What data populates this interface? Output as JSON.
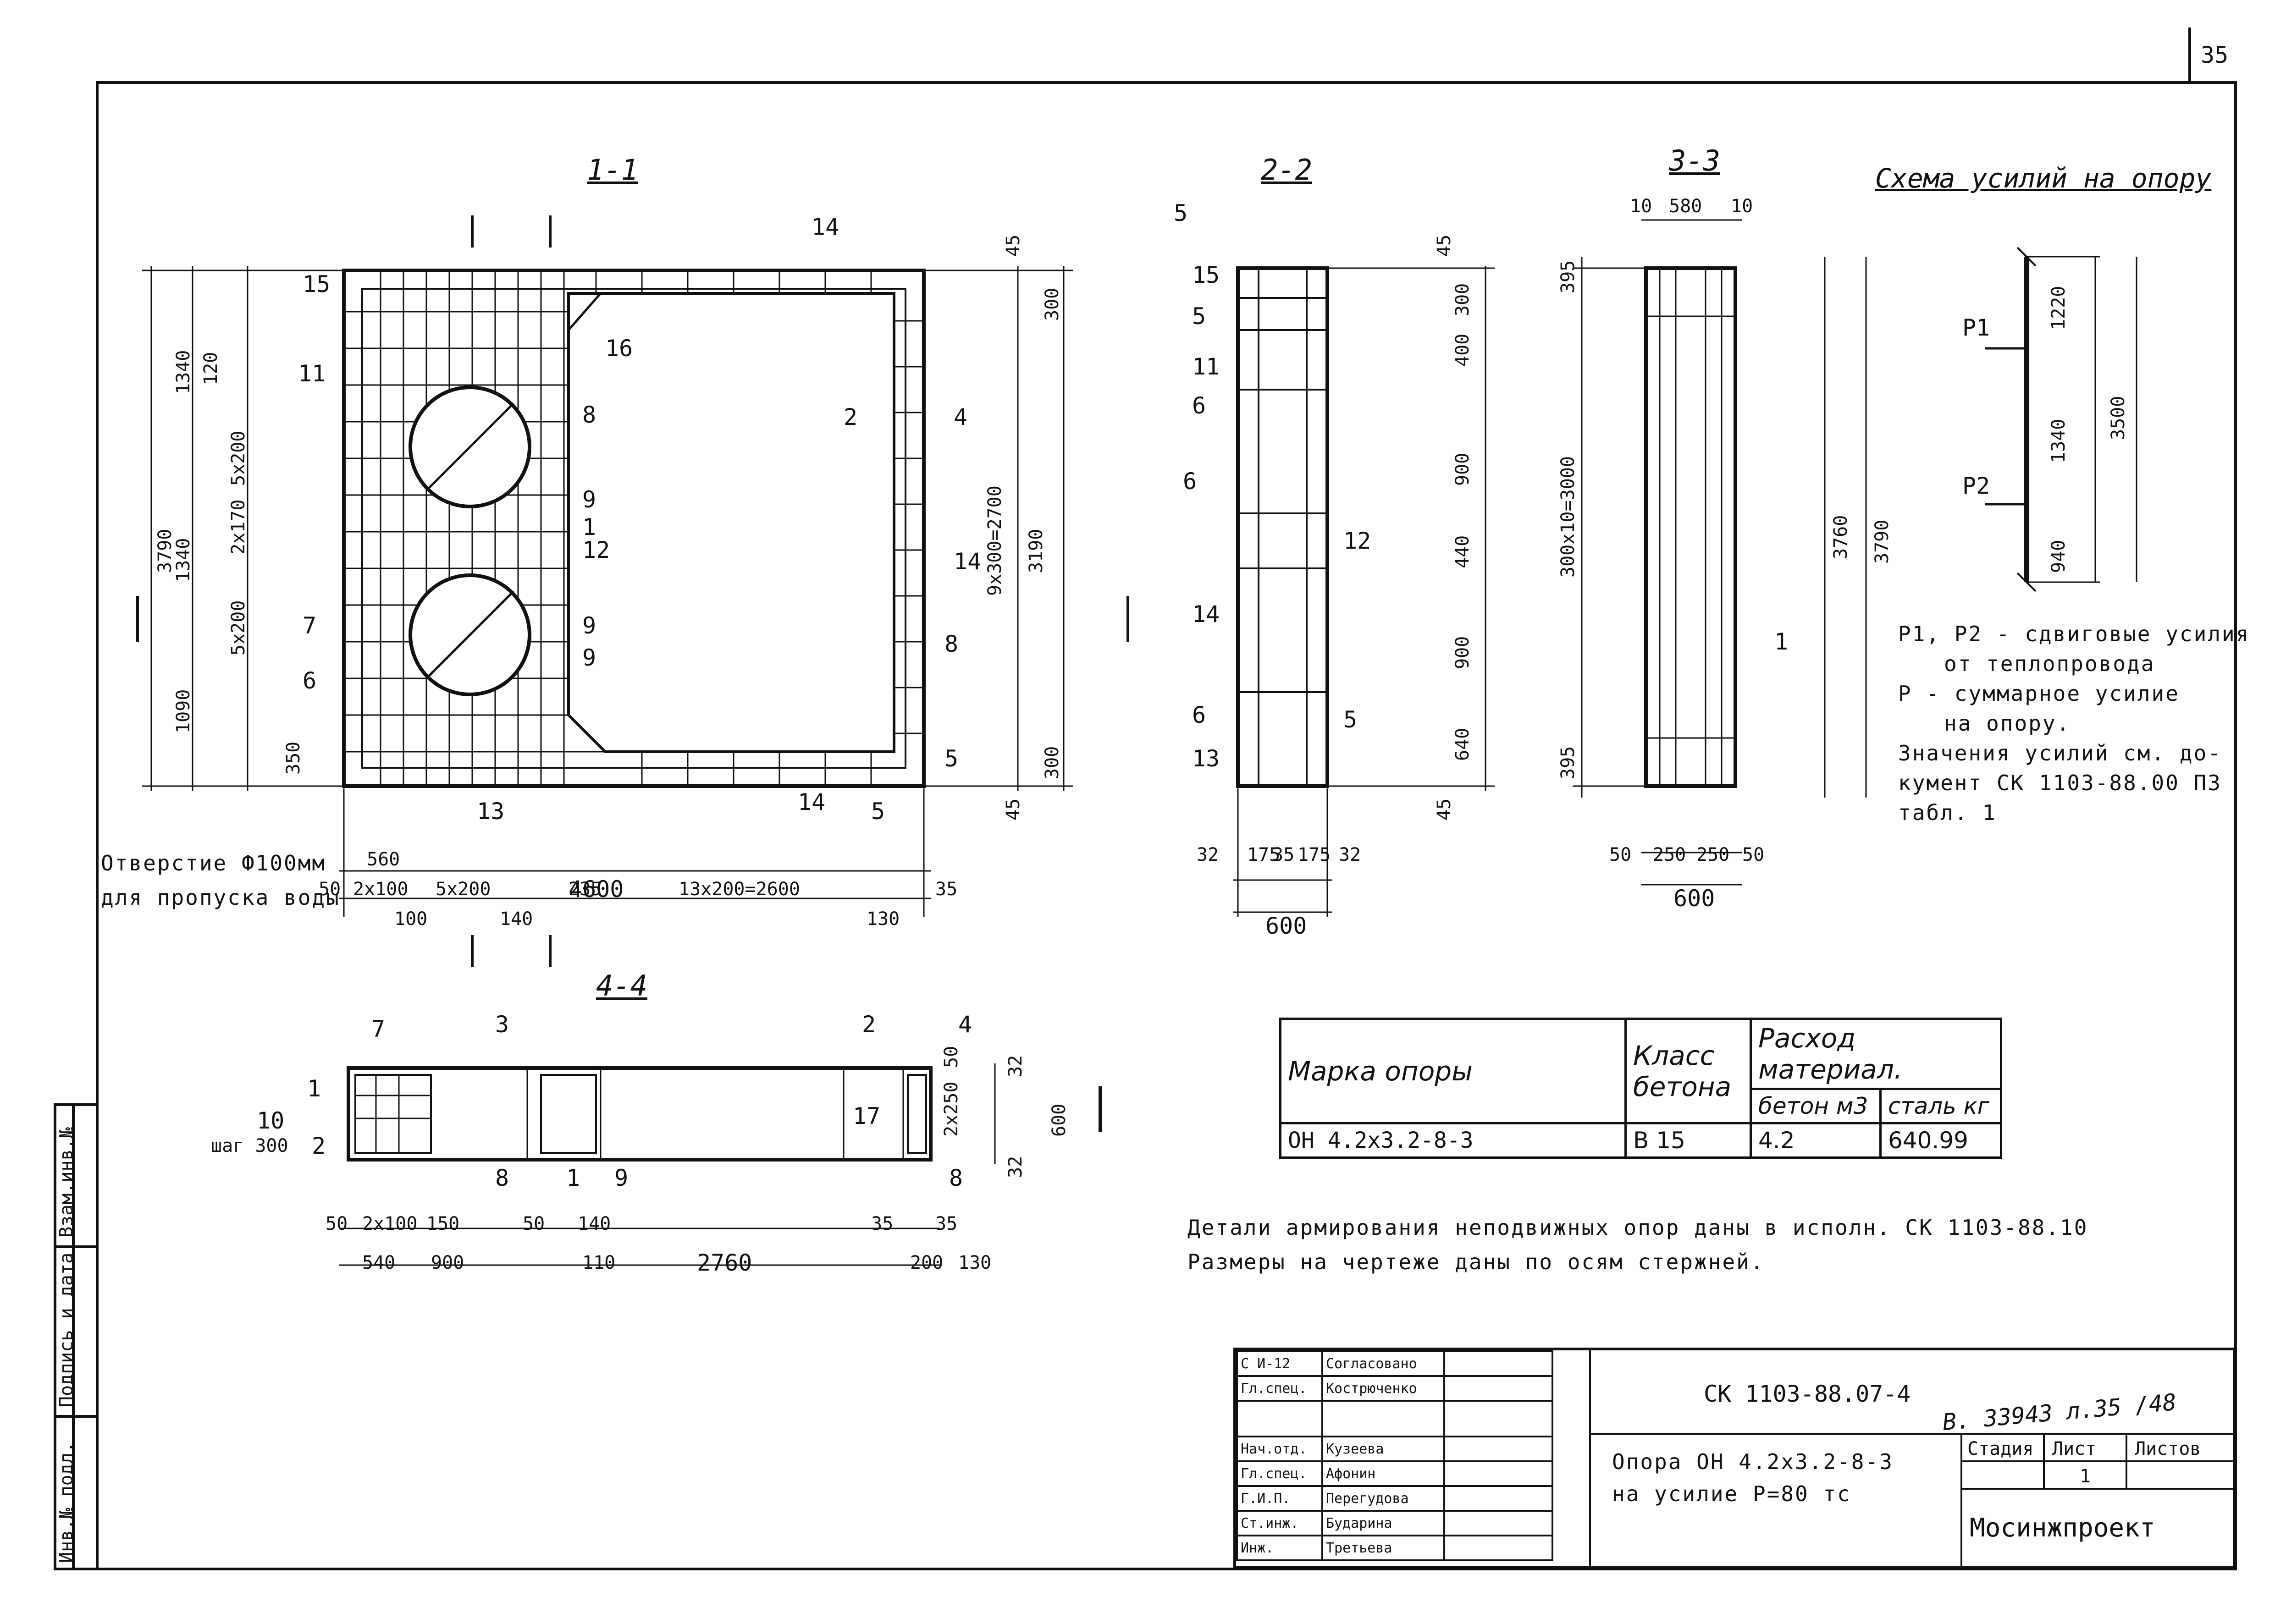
{
  "sheet_number": "35",
  "section_titles": {
    "s11": "1-1",
    "s22": "2-2",
    "s33": "3-3",
    "s44": "4-4"
  },
  "force_scheme": {
    "title": "Схема усилий на опору",
    "p1": "P1",
    "p2": "P2",
    "dims": [
      "1220",
      "1340",
      "940",
      "3500"
    ],
    "legend": [
      "P1, P2 - сдвиговые усилия",
      "от теплопровода",
      "P - суммарное усилие",
      "на опору.",
      "Значения усилий см. до-",
      "кумент СК 1103-88.00 ПЗ",
      "табл. 1"
    ]
  },
  "section11": {
    "overall_width": "4600",
    "bottom_dims": [
      "560",
      "50",
      "2х100",
      "5х200",
      "235",
      "13х200=2600",
      "35",
      "100",
      "140",
      "130"
    ],
    "left_dims": [
      "3790",
      "1340",
      "1340",
      "1090",
      "5х200",
      "5х200",
      "2х170",
      "120",
      "350"
    ],
    "right_dims": [
      "3190",
      "9х300=2700",
      "300",
      "300",
      "45",
      "45"
    ],
    "callouts": [
      "14",
      "15",
      "11",
      "16",
      "8",
      "9",
      "9",
      "1",
      "12",
      "7",
      "6",
      "9",
      "2",
      "4",
      "14",
      "8",
      "5",
      "14",
      "13",
      "5"
    ],
    "hole_note": [
      "Отверстие Ф100мм",
      "для пропуска воды"
    ]
  },
  "section22": {
    "width": "600",
    "bottom_dims": [
      "32",
      "175",
      "35",
      "175",
      "32"
    ],
    "right_dims": [
      "300",
      "400",
      "900",
      "440",
      "900",
      "640",
      "45",
      "45"
    ],
    "callouts": [
      "5",
      "15",
      "5",
      "11",
      "6",
      "6",
      "12",
      "14",
      "6",
      "13",
      "5"
    ]
  },
  "section33": {
    "top_dims": [
      "10",
      "580",
      "10"
    ],
    "height": "3790",
    "inner_height": "3760",
    "left_dims": [
      "395",
      "300х10=3000",
      "395"
    ],
    "bottom_dims": [
      "50",
      "250",
      "250",
      "50"
    ],
    "width": "600",
    "callouts": [
      "1"
    ]
  },
  "section44": {
    "bottom_dims": [
      "50",
      "2х100",
      "150",
      "50",
      "140",
      "35",
      "35",
      "540",
      "900",
      "110",
      "2760",
      "200",
      "130"
    ],
    "right_dims": [
      "50",
      "2х250",
      "32",
      "600",
      "32"
    ],
    "callouts": [
      "7",
      "3",
      "2",
      "4",
      "1",
      "2",
      "8",
      "1",
      "9",
      "17",
      "8",
      "10",
      "шаг 300"
    ]
  },
  "spec_table": {
    "h_mark": "Марка опоры",
    "h_class": "Класс бетона",
    "h_material": "Расход материал.",
    "h_concrete": "бетон м3",
    "h_steel": "сталь кг",
    "mark": "ОН 4.2х3.2-8-3",
    "class": "В 15",
    "concrete": "4.2",
    "steel": "640.99"
  },
  "notes": [
    "Детали армирования неподвижных опор даны в исполн. СК 1103-88.10",
    "Размеры на чертеже даны по осям стержней."
  ],
  "title_block": {
    "doc_code": "СК 1103-88.07-4",
    "handwritten": "В. 33943 л.35 /48",
    "title_line1": "Опора     ОН 4.2х3.2-8-3",
    "title_line2": "на усилие  Р=80 тс",
    "stage_label": "Стадия",
    "sheet_label": "Лист",
    "sheets_label": "Листов",
    "sheet_value": "1",
    "org": "Мосинжпроект",
    "roles": [
      "С И-12",
      "Гл.спец.",
      "Нач.отд.",
      "Гл.спец.",
      "Г.И.П.",
      "Ст.инж.",
      "Инж."
    ],
    "names": [
      "Согласовано",
      "Кострюченко",
      "Кузеева",
      "Афонин",
      "Перегудова",
      "Бударина",
      "Третьева"
    ]
  },
  "side_stamp": [
    "Инв.№ подл.",
    "Подпись и дата",
    "Взам.инв.№"
  ]
}
